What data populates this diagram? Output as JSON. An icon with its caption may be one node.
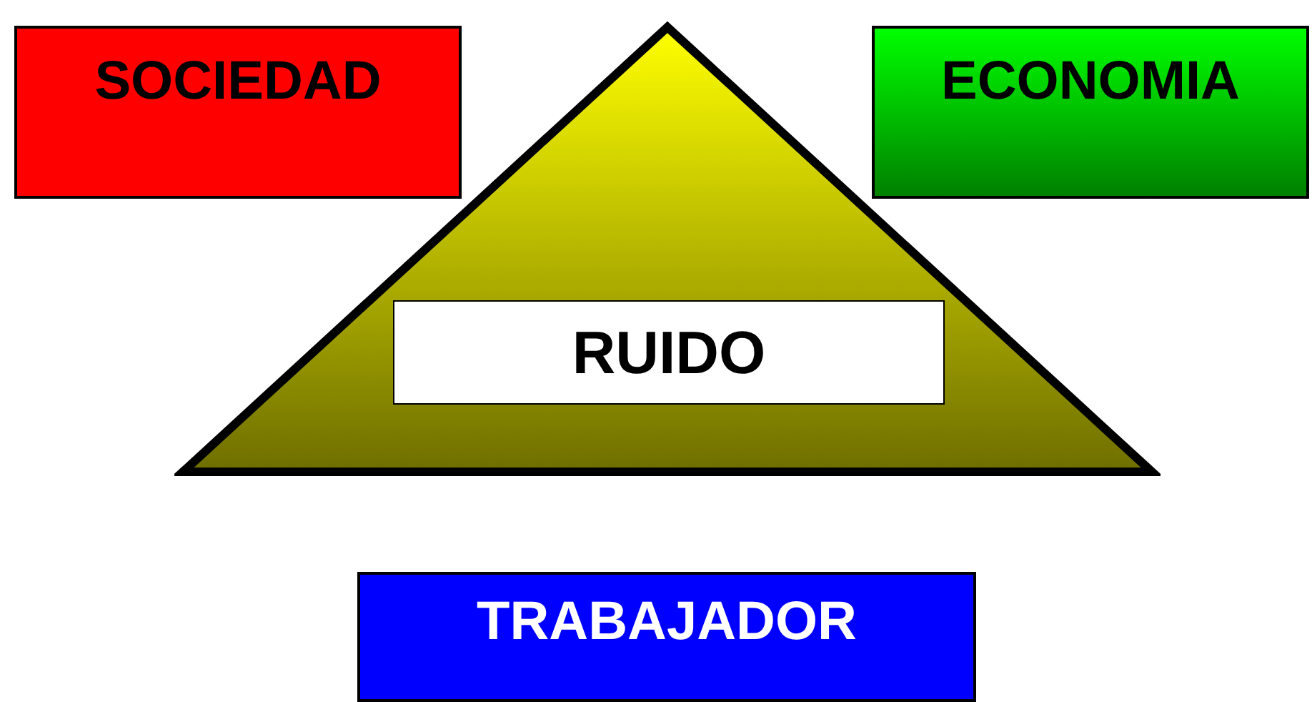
{
  "diagram": {
    "nodes": [
      {
        "text": [
          "SOCIEDAD"
        ]
      },
      {
        "text": [],
        "shape": "triangle"
      },
      {
        "text": [
          "RUIDO"
        ],
        "in": 1
      },
      {
        "text": [
          "ECONOMIA"
        ]
      },
      {
        "text": [
          "TRABAJADOR"
        ]
      }
    ]
  }
}
